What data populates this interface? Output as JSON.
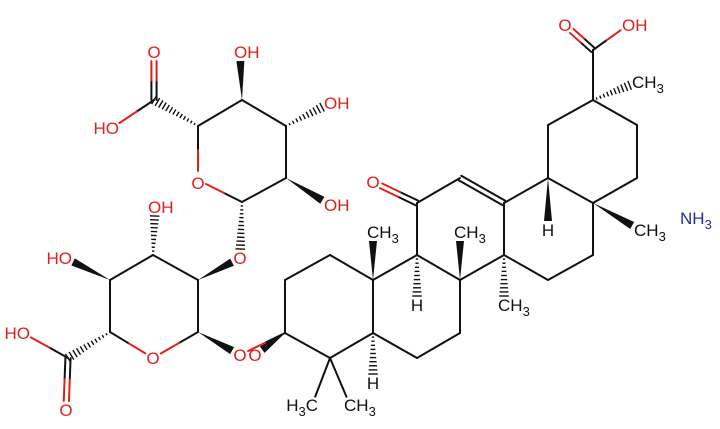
{
  "colors": {
    "carbon": "#111111",
    "oxygen": "#e0201c",
    "nitrogen": "#2a2aa0"
  },
  "labels": {
    "o11": "O",
    "me10": "CH3",
    "me8": "CH3",
    "h9": "H",
    "me14": "CH3",
    "h5": "H",
    "me4a": "H3C",
    "me4b": "CH3",
    "o3": "O",
    "h18": "H",
    "me17": "CH3",
    "me20": "CH3",
    "acid30_o": "O",
    "acid30_oh": "OH",
    "nh3": "NH3",
    "lower_ring_o": "O",
    "glyco_o1": "O",
    "glyco_o2": "O",
    "lower_oh3": "OH",
    "lower_ho4": "HO",
    "lower_acid_o": "O",
    "lower_acid_ho": "HO",
    "upper_ring_o": "O",
    "upper_oh2": "OH",
    "upper_oh3": "OH",
    "upper_oh4": "OH",
    "upper_acid_o": "O",
    "upper_acid_ho": "HO"
  }
}
